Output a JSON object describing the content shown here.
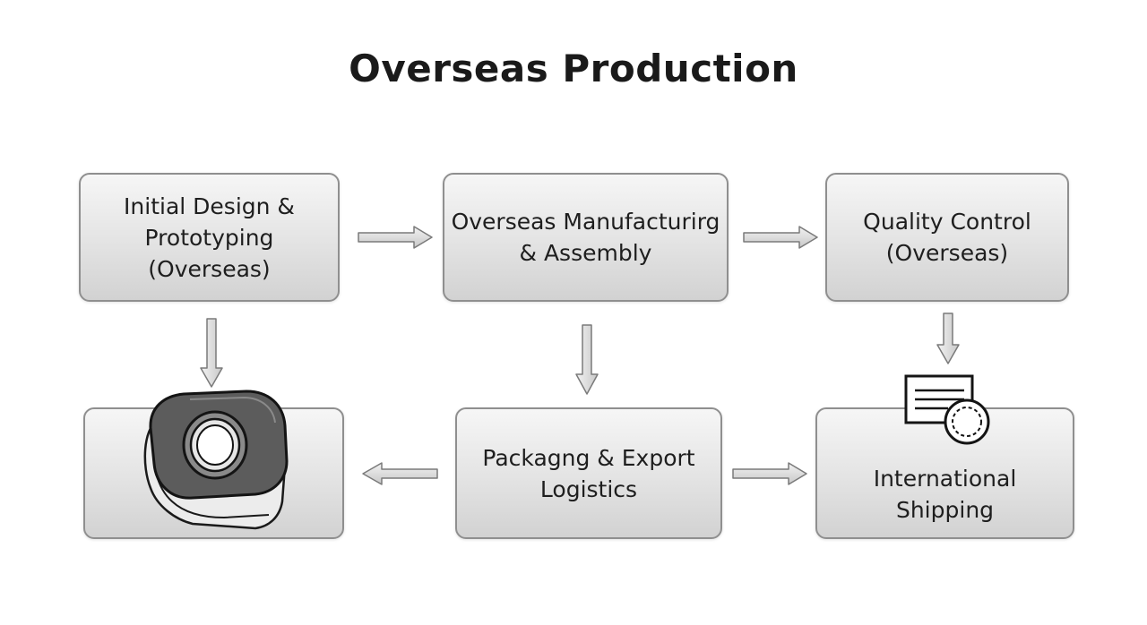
{
  "title": "Overseas Production",
  "nodes": {
    "design": "Initial Design &\nPrototyping\n(Overseas)",
    "manufacturing": "Overseas Manufacturirg\n& Assembly",
    "quality": "Quality Control\n(Overseas)",
    "packaging": "Packagng & Export\nLogistics",
    "shipping": "International\nShipping"
  },
  "icons": {
    "product": "camera-lens-product-icon",
    "shipping": "shipping-document-seal-icon"
  },
  "colors": {
    "box_border": "#8f8f8f",
    "box_fill": "#e3e3e3",
    "arrow_fill": "#d6d6d6",
    "arrow_stroke": "#7a7a7a",
    "text": "#1e1e1e"
  }
}
